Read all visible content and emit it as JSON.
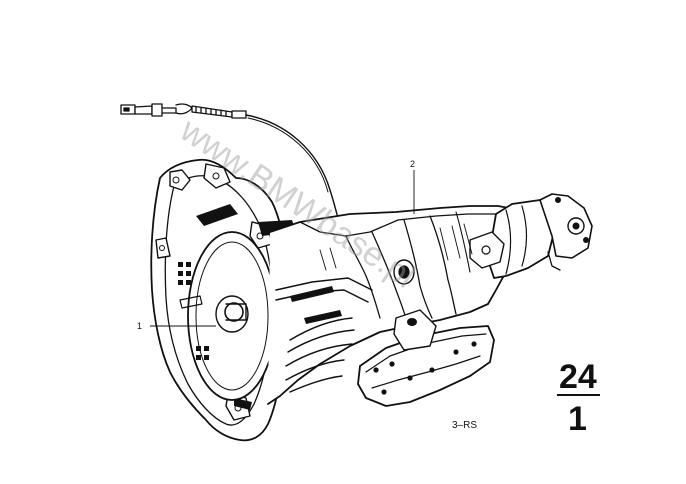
{
  "diagram": {
    "callouts": [
      {
        "id": "1",
        "label": "1"
      },
      {
        "id": "2",
        "label": "2"
      }
    ],
    "drawing_code": "3–RS",
    "group": {
      "main": "24",
      "sub": "1"
    },
    "watermark": "www.BMWbase.pl",
    "colors": {
      "ink": "#111111",
      "paper": "#ffffff",
      "watermark": "#9a9a9a"
    }
  }
}
